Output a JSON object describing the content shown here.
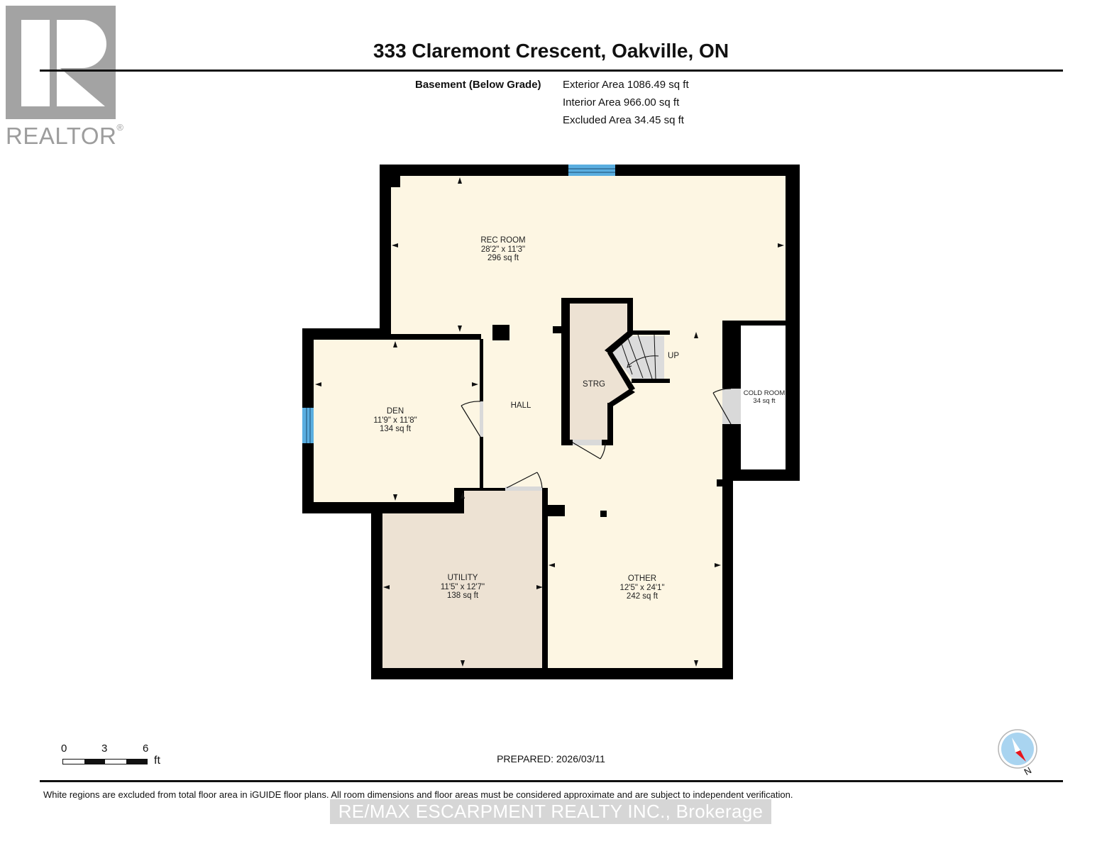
{
  "logo": {
    "text": "REALTOR",
    "registered": "®",
    "color": "#9d9d9d"
  },
  "header": {
    "title": "333 Claremont Crescent, Oakville, ON"
  },
  "floor": {
    "label": "Basement (Below Grade)",
    "areas": [
      {
        "label": "Exterior Area 1086.49 sq ft"
      },
      {
        "label": "Interior Area 966.00 sq ft"
      },
      {
        "label": "Excluded Area 34.45 sq ft"
      }
    ]
  },
  "rooms": [
    {
      "id": "rec-room",
      "name": "REC ROOM",
      "dimensions": "28'2\" x 11'3\"",
      "area": "296 sq ft",
      "fill": "#fdf6e3"
    },
    {
      "id": "den",
      "name": "DEN",
      "dimensions": "11'9\" x 11'8\"",
      "area": "134 sq ft",
      "fill": "#fdf6e3"
    },
    {
      "id": "hall",
      "name": "HALL",
      "fill": "#fdf6e3"
    },
    {
      "id": "strg",
      "name": "STRG",
      "fill": "#ede2d3"
    },
    {
      "id": "stairs",
      "name": "UP",
      "fill": "#dcdcdc"
    },
    {
      "id": "cold-room",
      "name": "COLD ROOM",
      "area": "34 sq ft",
      "fill": "#ffffff"
    },
    {
      "id": "utility",
      "name": "UTILITY",
      "dimensions": "11'5\" x 12'7\"",
      "area": "138 sq ft",
      "fill": "#ede2d3"
    },
    {
      "id": "other",
      "name": "OTHER",
      "dimensions": "12'5\" x 24'1\"",
      "area": "242 sq ft",
      "fill": "#fdf6e3"
    }
  ],
  "colors": {
    "wall": "#000000",
    "window": "#5aaee0",
    "door_opening": "#d9d9d9",
    "compass_ring": "#a9d4f0",
    "compass_needle": "#e8141c"
  },
  "scale": {
    "ticks": [
      "0",
      "3",
      "6"
    ],
    "unit": "ft"
  },
  "prepared": "PREPARED: 2026/03/11",
  "compass": {
    "label": "N"
  },
  "footer": {
    "disclaimer": "White regions are excluded from total floor area in iGUIDE floor plans. All room dimensions and floor areas must be considered approximate and are subject to independent verification.",
    "brokerage": "RE/MAX ESCARPMENT REALTY INC., Brokerage"
  }
}
